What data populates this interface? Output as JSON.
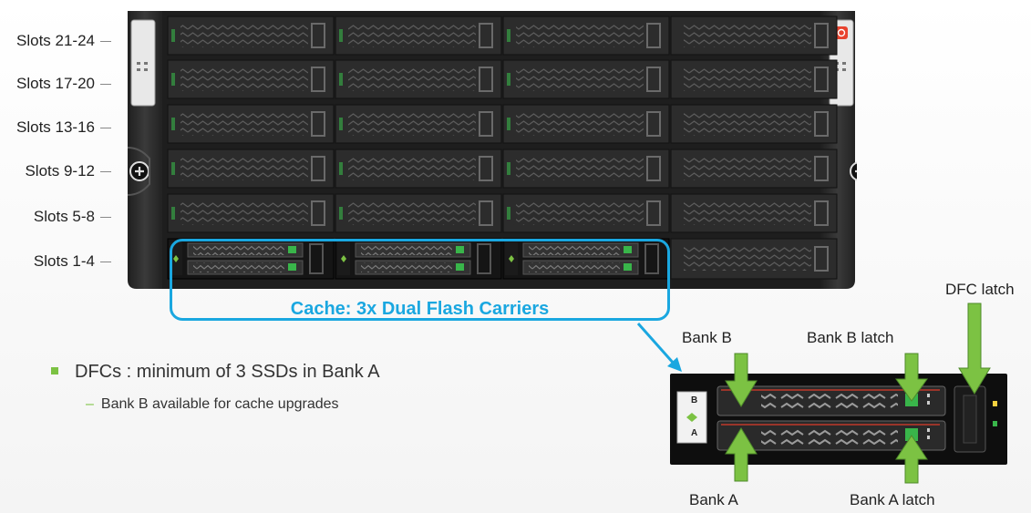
{
  "slots": [
    {
      "label": "Slots 21-24"
    },
    {
      "label": "Slots 17-20"
    },
    {
      "label": "Slots 13-16"
    },
    {
      "label": "Slots 9-12"
    },
    {
      "label": "Slots 5-8"
    },
    {
      "label": "Slots 1-4"
    }
  ],
  "cache": {
    "label": "Cache: 3x Dual Flash Carriers"
  },
  "bullets": {
    "main_label": "DFCs",
    "main_text": " : minimum of 3 SSDs in Bank A",
    "sub": "Bank B available for cache upgrades"
  },
  "dfc": {
    "bank_b": "Bank B",
    "bank_b_latch": "Bank B latch",
    "dfc_latch": "DFC latch",
    "bank_a": "Bank A",
    "bank_a_latch": "Bank A latch",
    "bezel_b": "B",
    "bezel_a": "A"
  },
  "colors": {
    "accent_blue": "#1aa7e0",
    "arrow_green": "#7cc243",
    "led_green": "#39b54a",
    "power_red": "#e8432f",
    "chassis_dark": "#2e2e2e"
  }
}
